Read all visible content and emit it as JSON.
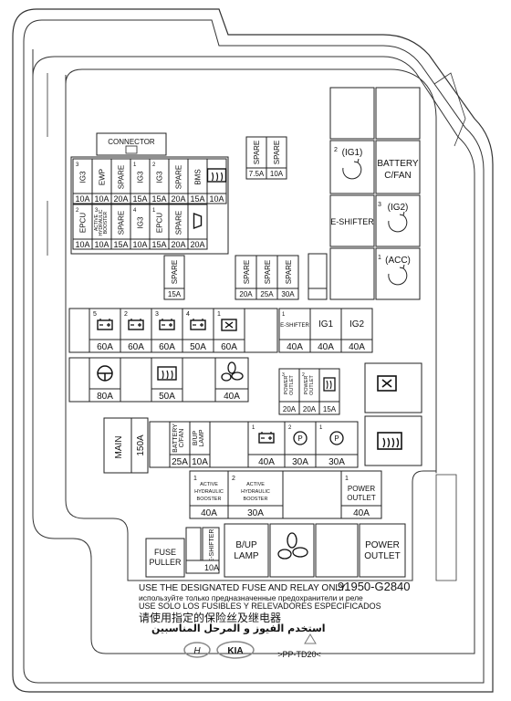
{
  "connector_label": "CONNECTOR",
  "fuses_left": [
    {
      "circuit": "IG3",
      "amp": "10A",
      "slot": "3"
    },
    {
      "circuit": "EWP",
      "amp": "10A",
      "slot": ""
    },
    {
      "circuit": "SPARE",
      "amp": "20A",
      "slot": ""
    },
    {
      "circuit": "IG3",
      "amp": "15A",
      "slot": "1"
    },
    {
      "circuit": "IG3",
      "amp": "15A",
      "slot": "2"
    },
    {
      "circuit": "SPARE",
      "amp": "20A",
      "slot": ""
    },
    {
      "circuit": "BMS",
      "amp": "15A",
      "slot": ""
    },
    {
      "circuit": "",
      "amp": "10A",
      "slot": "",
      "icon": "defroster-icon"
    },
    {
      "circuit": "EPCU",
      "amp": "10A",
      "slot": "2"
    },
    {
      "circuit": "ACTIVE HYDRAULIC BOOSTER",
      "amp": "10A",
      "slot": "3"
    },
    {
      "circuit": "SPARE",
      "amp": "15A",
      "slot": ""
    },
    {
      "circuit": "IG3",
      "amp": "10A",
      "slot": "4"
    },
    {
      "circuit": "EPCU",
      "amp": "15A",
      "slot": "1"
    },
    {
      "circuit": "SPARE",
      "amp": "20A",
      "slot": ""
    },
    {
      "circuit": "",
      "amp": "20A",
      "slot": "",
      "icon": "horn-icon"
    }
  ],
  "spare_top": [
    {
      "circuit": "SPARE",
      "amp": "7.5A"
    },
    {
      "circuit": "SPARE",
      "amp": "10A"
    }
  ],
  "spare_mid": {
    "circuit": "SPARE",
    "amp": "15A"
  },
  "spare_row": [
    {
      "circuit": "SPARE",
      "amp": "20A"
    },
    {
      "circuit": "SPARE",
      "amp": "25A"
    },
    {
      "circuit": "SPARE",
      "amp": "30A"
    }
  ],
  "relays_right": [
    {
      "label": "(IG1)",
      "slot": "2"
    },
    {
      "label": "BATTERY C/FAN",
      "slot": ""
    },
    {
      "label": "E-SHIFTER",
      "slot": ""
    },
    {
      "label": "(IG2)",
      "slot": "3"
    },
    {
      "label": "(ACC)",
      "slot": "1"
    }
  ],
  "large_fuses": [
    {
      "slot": "5",
      "amp": "60A",
      "icon": "battery-icon"
    },
    {
      "slot": "2",
      "amp": "60A",
      "icon": "battery-icon"
    },
    {
      "slot": "3",
      "amp": "60A",
      "icon": "battery-icon"
    },
    {
      "slot": "4",
      "amp": "50A",
      "icon": "battery-icon"
    },
    {
      "slot": "1",
      "amp": "60A",
      "icon": "battery-relay-icon"
    }
  ],
  "ig_fuses": [
    {
      "slot": "1",
      "label": "E-SHIFTER",
      "amp": "40A"
    },
    {
      "slot": "",
      "label": "IG1",
      "amp": "40A"
    },
    {
      "slot": "",
      "label": "IG2",
      "amp": "40A"
    }
  ],
  "mid_fuses": [
    {
      "amp": "80A",
      "icon": "steering-wheel-icon"
    },
    {
      "amp": "50A",
      "icon": "rear-defroster-icon"
    },
    {
      "amp": "40A",
      "icon": "fan-icon"
    }
  ],
  "power_outlet_fuses": [
    {
      "slot": "3",
      "label": "POWER OUTLET",
      "amp": "20A"
    },
    {
      "slot": "2",
      "label": "POWER OUTLET",
      "amp": "20A"
    },
    {
      "slot": "",
      "label": "",
      "amp": "15A",
      "icon": "heated-mirror-icon"
    }
  ],
  "main_fuse": {
    "label": "MAIN",
    "amp": "150A"
  },
  "lower_fuses": [
    {
      "label": "BATTERY C/FAN",
      "amp": "25A",
      "slot": ""
    },
    {
      "label": "B/UP LAMP",
      "amp": "10A",
      "slot": ""
    },
    {
      "label": "",
      "amp": "40A",
      "slot": "1",
      "icon": "battery-icon"
    },
    {
      "label": "",
      "amp": "30A",
      "slot": "2",
      "icon": "parking-icon"
    },
    {
      "label": "",
      "amp": "30A",
      "slot": "1",
      "icon": "parking-icon"
    }
  ],
  "booster_fuses": [
    {
      "slot": "1",
      "label": "ACTIVE HYDRAULIC BOOSTER",
      "amp": "40A"
    },
    {
      "slot": "2",
      "label": "ACTIVE HYDRAULIC BOOSTER",
      "amp": "30A"
    },
    {
      "slot": "1",
      "label": "POWER OUTLET",
      "amp": "40A"
    }
  ],
  "bottom_row": {
    "fuse_puller": "FUSE PULLER",
    "eshifter": "E-SHIFTER",
    "eshifter_amp": "10A",
    "bup_lamp": "B/UP LAMP",
    "power_outlet": "POWER OUTLET"
  },
  "notice": {
    "english": "USE THE DESIGNATED FUSE AND RELAY ONLY.",
    "part_number": "91950-G2840",
    "russian": "используйте только предназначенные предохранители и реле",
    "spanish": "USE SOLO LOS FUSIBLES Y RELEVADORES ESPECIFICADOS",
    "chinese": "请使用指定的保险丝及继电器",
    "arabic": "استخدم الفيوز و المرحل المناسبين",
    "material_code": ">PP-TD20<"
  }
}
